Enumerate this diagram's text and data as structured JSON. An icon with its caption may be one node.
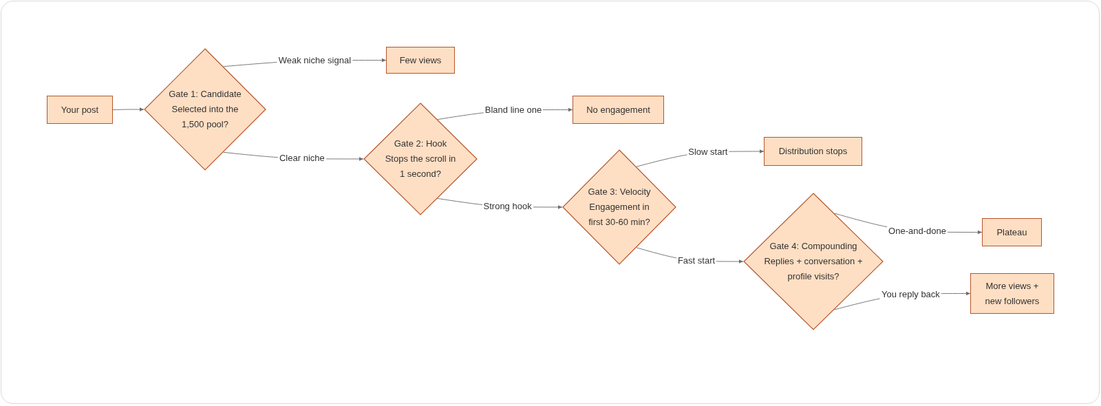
{
  "diagram": {
    "nodes": [
      {
        "text": [
          "Your post"
        ]
      },
      {
        "text": [
          "Gate 1: Candidate Selected into the 1,500 pool?"
        ]
      },
      {
        "text": [
          "Few views"
        ]
      },
      {
        "text": [
          "Gate 2: Hook Stops the scroll in 1 second?"
        ]
      },
      {
        "text": [
          "No engagement"
        ]
      },
      {
        "text": [
          "Gate 3: Velocity Engagement in first 30-60 min?"
        ]
      },
      {
        "text": [
          "Distribution stops"
        ]
      },
      {
        "text": [
          "Gate 4: Compounding Replies + conversation + profile visits?"
        ]
      },
      {
        "text": [
          "Plateau"
        ]
      },
      {
        "text": [
          "More views + new followers"
        ]
      }
    ],
    "edges": [
      {
        "from": 0,
        "to": 1,
        "arrow": "to"
      },
      {
        "from": 1,
        "to": 2,
        "arrow": "to",
        "label": "Weak niche signal"
      },
      {
        "from": 1,
        "to": 3,
        "arrow": "to",
        "label": "Clear niche"
      },
      {
        "from": 3,
        "to": 4,
        "arrow": "to",
        "label": "Bland line one"
      },
      {
        "from": 3,
        "to": 5,
        "arrow": "to",
        "label": "Strong hook"
      },
      {
        "from": 5,
        "to": 6,
        "arrow": "to",
        "label": "Slow start"
      },
      {
        "from": 5,
        "to": 7,
        "arrow": "to",
        "label": "Fast start"
      },
      {
        "from": 7,
        "to": 8,
        "arrow": "to",
        "label": "One-and-done"
      },
      {
        "from": 7,
        "to": 9,
        "arrow": "to",
        "label": "You reply back"
      }
    ]
  }
}
